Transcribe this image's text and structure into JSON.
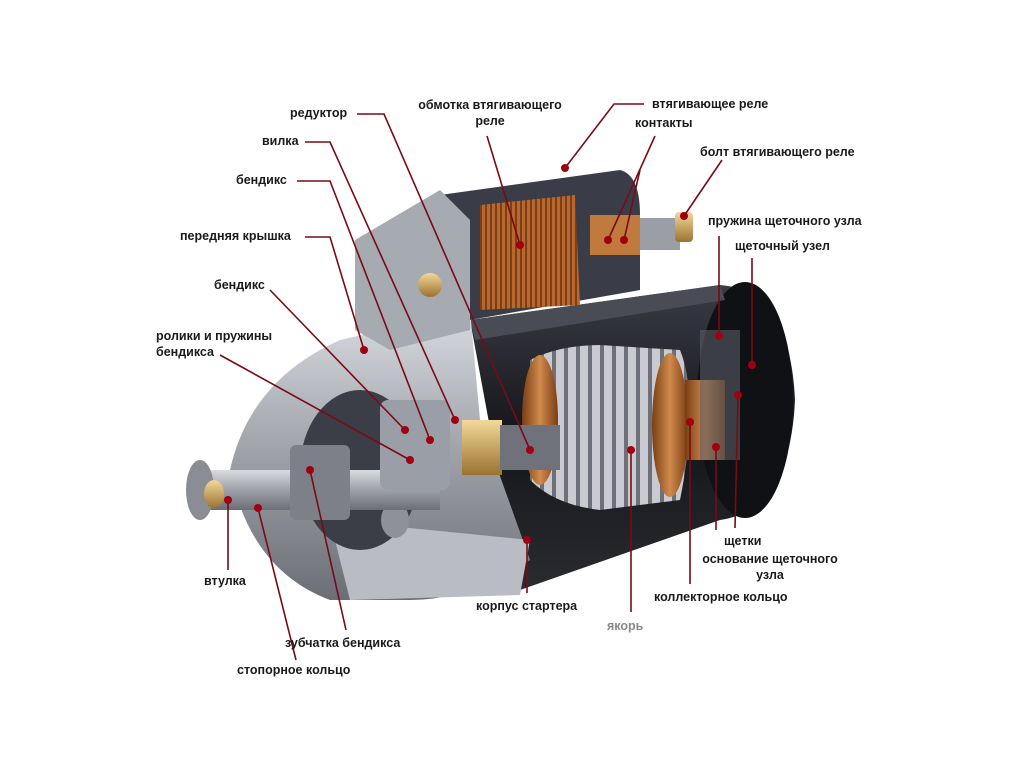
{
  "title": "Устройство стартера",
  "colors": {
    "leader": "#7a0a14",
    "dot": "#a00010",
    "housing": "#1e1f24",
    "copper": "#b8682e",
    "cover": "#a9adb4"
  },
  "labels": {
    "reduktor": "редуктор",
    "obmotka_1": "обмотка втягивающего",
    "obmotka_2": "реле",
    "vtyag_rele": "втягивающее реле",
    "kontakty": "контакты",
    "bolt": "болт втягивающего реле",
    "vilka": "вилка",
    "bendiks_1": "бендикс",
    "perednyaya_kryshka": "передняя крышка",
    "bendiks_2": "бендикс",
    "roliki_1": "ролики и пружины",
    "roliki_2": "бендикса",
    "pruzhina": "пружина щеточного узла",
    "shchetochny_uzel": "щеточный узел",
    "shchetki": "щетки",
    "osnovanie_1": "основание щеточного",
    "osnovanie_2": "узла",
    "kollektor": "коллекторное кольцо",
    "yakor": "якорь",
    "korpus": "корпус стартера",
    "vtulka": "втулка",
    "zubchatka": "зубчатка бендикса",
    "stopornoe": "стопорное кольцо"
  }
}
